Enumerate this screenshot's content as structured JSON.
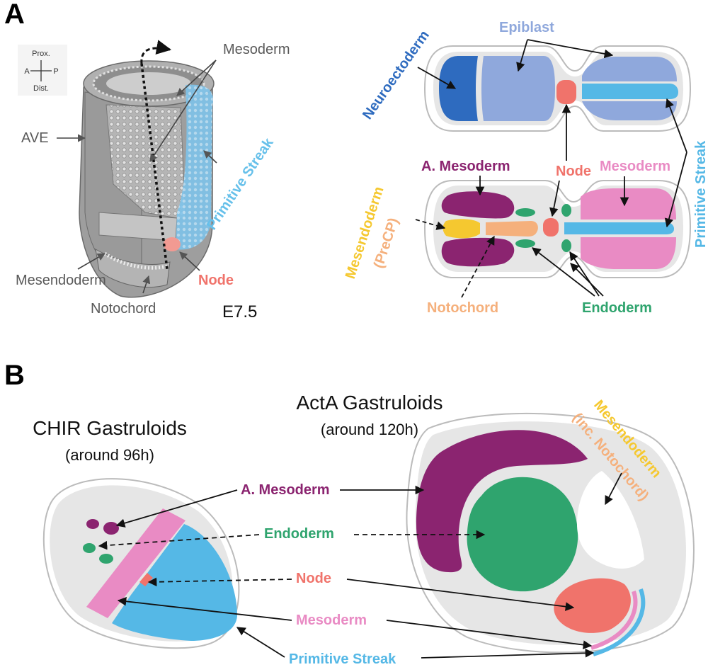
{
  "panel_a": {
    "letter": "A",
    "axes": {
      "prox": "Prox.",
      "dist": "Dist.",
      "a": "A",
      "p": "P"
    },
    "embryo_labels": {
      "mesoderm": "Mesoderm",
      "ave": "AVE",
      "primitive_streak": "Primitive Streak",
      "node": "Node",
      "mesendoderm": "Mesendoderm",
      "notochord": "Notochord",
      "stage": "E7.5"
    },
    "schematic_labels": {
      "neuroectoderm": "Neuroectoderm",
      "epiblast": "Epiblast",
      "primitive_streak": "Primitive Streak",
      "a_mesoderm": "A. Mesoderm",
      "node": "Node",
      "mesoderm": "Mesoderm",
      "mesendoderm_line1": "Mesendoderm",
      "mesendoderm_line2": "(PreCP)",
      "notochord": "Notochord",
      "endoderm": "Endoderm"
    }
  },
  "panel_b": {
    "letter": "B",
    "chir_title": "CHIR Gastruloids",
    "chir_subtitle": "(around 96h)",
    "acta_title": "ActA Gastruloids",
    "acta_subtitle": "(around 120h)",
    "mesendoderm_line1": "Mesendoderm",
    "mesendoderm_line2": "(inc. Notochord)",
    "labels": {
      "a_mesoderm": "A. Mesoderm",
      "endoderm": "Endoderm",
      "node": "Node",
      "mesoderm": "Mesoderm",
      "primitive_streak": "Primitive Streak"
    }
  },
  "colors": {
    "neuroectoderm": "#2e6bbf",
    "epiblast": "#8fa8dc",
    "primitive_streak": "#55b8e6",
    "node": "#f0736b",
    "a_mesoderm": "#8b2470",
    "mesoderm": "#e98bc4",
    "mesendoderm": "#f5c830",
    "notochord": "#f5b07c",
    "endoderm": "#2fa46e",
    "gray_text": "#595959",
    "tissue_bg": "#e6e6e6"
  }
}
